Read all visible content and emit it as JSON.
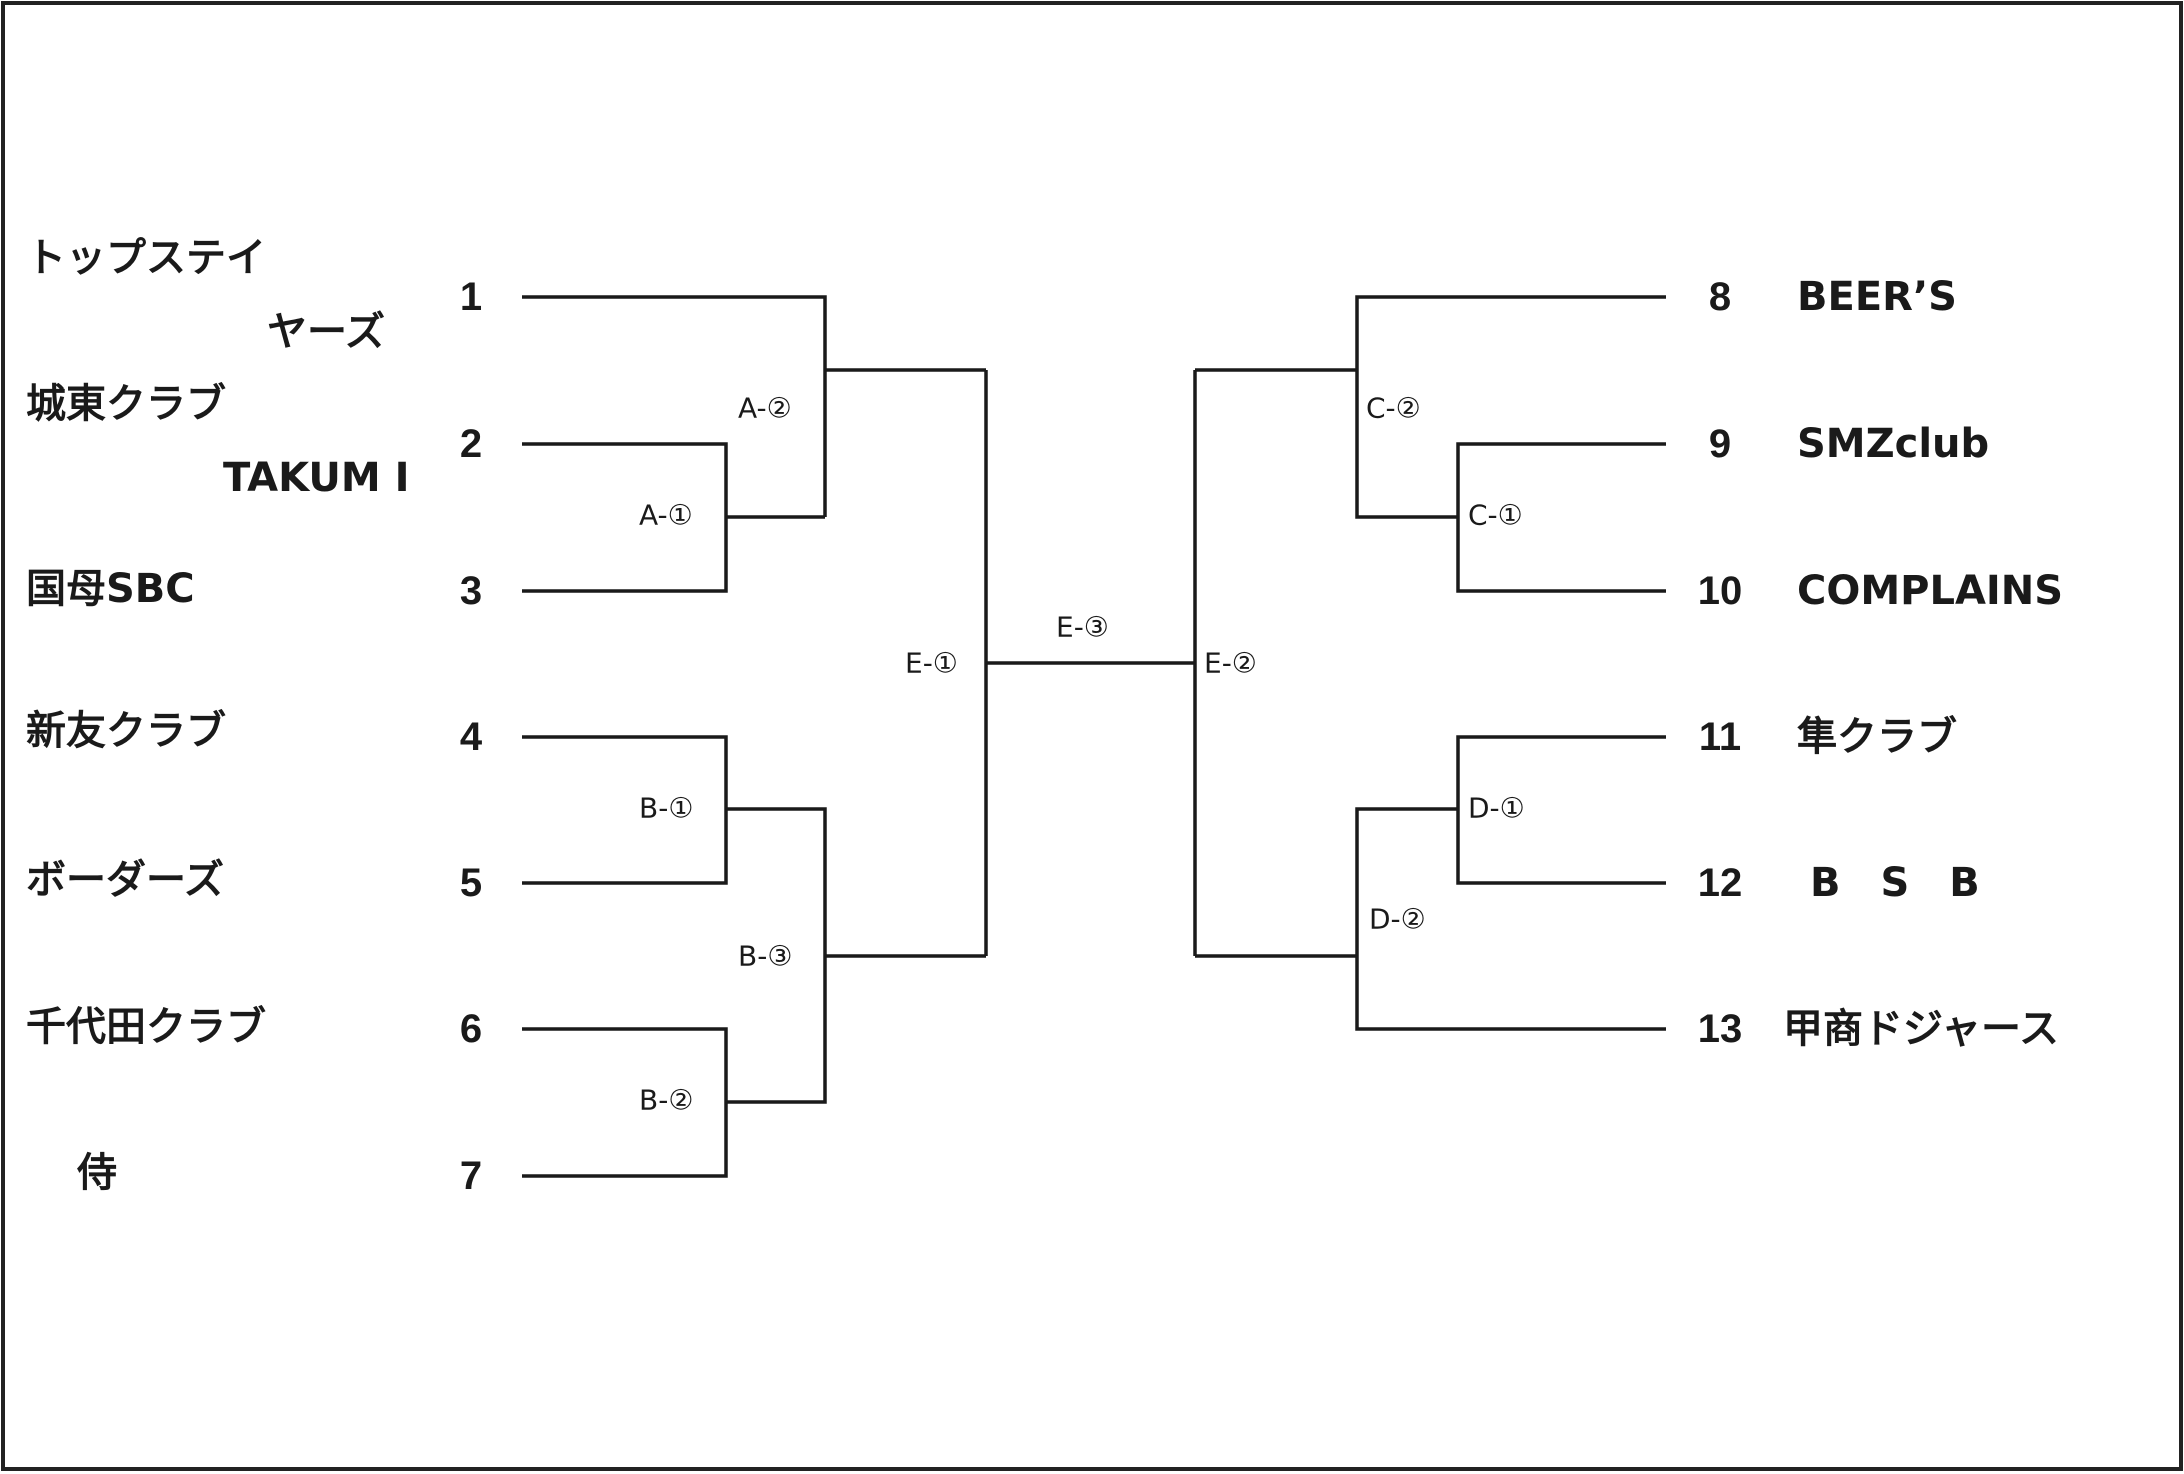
{
  "left_teams": [
    {
      "seed": "1",
      "name_line1": "トップステイ",
      "name_line2": "ヤーズ"
    },
    {
      "seed": "2",
      "name_line1": "城東クラブ",
      "name_line2": "TAKUM I"
    },
    {
      "seed": "3",
      "name": "国母SBC"
    },
    {
      "seed": "4",
      "name": "新友クラブ"
    },
    {
      "seed": "5",
      "name": "ボーダーズ"
    },
    {
      "seed": "6",
      "name": "千代田クラブ"
    },
    {
      "seed": "7",
      "name": "侍"
    }
  ],
  "right_teams": [
    {
      "seed": "8",
      "name": "BEER’S"
    },
    {
      "seed": "9",
      "name": "SMZclub"
    },
    {
      "seed": "10",
      "name": "COMPLAINS"
    },
    {
      "seed": "11",
      "name": "隼クラブ"
    },
    {
      "seed": "12",
      "name": "B　S　B"
    },
    {
      "seed": "13",
      "name": "甲商ドジャース"
    }
  ],
  "matches": {
    "a1": "A-①",
    "a2": "A-②",
    "b1": "B-①",
    "b2": "B-②",
    "b3": "B-③",
    "c1": "C-①",
    "c2": "C-②",
    "d1": "D-①",
    "d2": "D-②",
    "e1": "E-①",
    "e2": "E-②",
    "e3": "E-③"
  }
}
